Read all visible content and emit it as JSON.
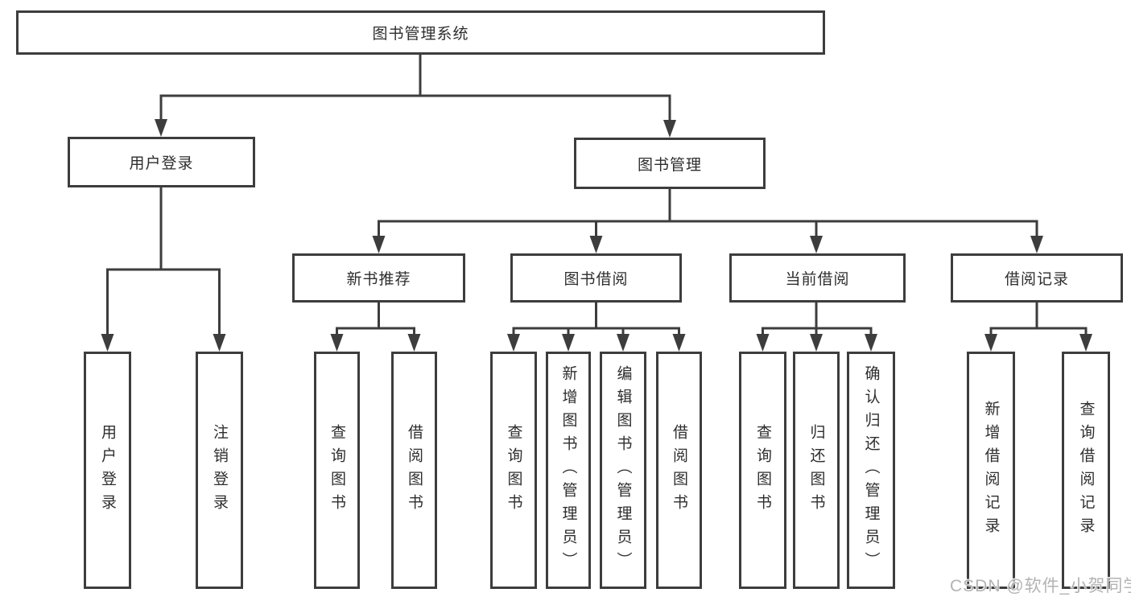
{
  "diagram": {
    "type": "tree-hierarchy",
    "nodes": {
      "root": "图书管理系统",
      "userLogin": "用户登录",
      "bookMgmt": "图书管理",
      "newBook": "新书推荐",
      "bookBorrow": "图书借阅",
      "currentBorrow": "当前借阅",
      "borrowRecords": "借阅记录",
      "leafUserLogin": "用户登录",
      "leafLogout": "注销登录",
      "leafQueryBooks1": "查询图书",
      "leafBorrowBooks1": "借阅图书",
      "leafQueryBooks2": "查询图书",
      "leafAddBookAdmin": "新增图书（管理员）",
      "leafEditBookAdmin": "编辑图书（管理员）",
      "leafBorrowBooks2": "借阅图书",
      "leafQueryBooks3": "查询图书",
      "leafReturnBook": "归还图书",
      "leafConfirmReturnAdmin": "确认归还（管理员）",
      "leafAddRecord": "新增借阅记录",
      "leafQueryRecord": "查询借阅记录"
    },
    "edges": [
      {
        "from": "图书管理系统",
        "to": "用户登录"
      },
      {
        "from": "图书管理系统",
        "to": "图书管理"
      },
      {
        "from": "用户登录",
        "to": "用户登录"
      },
      {
        "from": "用户登录",
        "to": "注销登录"
      },
      {
        "from": "图书管理",
        "to": "新书推荐"
      },
      {
        "from": "图书管理",
        "to": "图书借阅"
      },
      {
        "from": "图书管理",
        "to": "当前借阅"
      },
      {
        "from": "图书管理",
        "to": "借阅记录"
      },
      {
        "from": "新书推荐",
        "to": "查询图书"
      },
      {
        "from": "新书推荐",
        "to": "借阅图书"
      },
      {
        "from": "图书借阅",
        "to": "查询图书"
      },
      {
        "from": "图书借阅",
        "to": "新增图书（管理员）"
      },
      {
        "from": "图书借阅",
        "to": "编辑图书（管理员）"
      },
      {
        "from": "图书借阅",
        "to": "借阅图书"
      },
      {
        "from": "当前借阅",
        "to": "查询图书"
      },
      {
        "from": "当前借阅",
        "to": "归还图书"
      },
      {
        "from": "当前借阅",
        "to": "确认归还（管理员）"
      },
      {
        "from": "借阅记录",
        "to": "新增借阅记录"
      },
      {
        "from": "借阅记录",
        "to": "查询借阅记录"
      }
    ],
    "colors": {
      "line": "#3d3d3d",
      "boxBorder": "#3d3d3d",
      "boxFill": "#ffffff",
      "text": "#2e2e2e",
      "background": "#ffffff",
      "watermark": "#b3b3b3"
    }
  },
  "watermark": "CSDN @软件_小贺同学"
}
